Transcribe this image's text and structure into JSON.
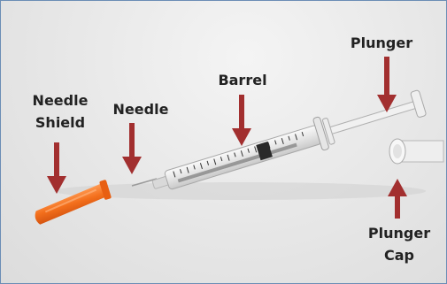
{
  "labels": {
    "needle_shield": [
      "Needle",
      "Shield"
    ],
    "needle": "Needle",
    "barrel": "Barrel",
    "plunger": "Plunger",
    "plunger_cap": [
      "Plunger",
      "Cap"
    ]
  },
  "colors": {
    "arrow": "#a22f2f",
    "shield": "#f36f1c",
    "text": "#222222",
    "frame": "#6b8db5"
  }
}
